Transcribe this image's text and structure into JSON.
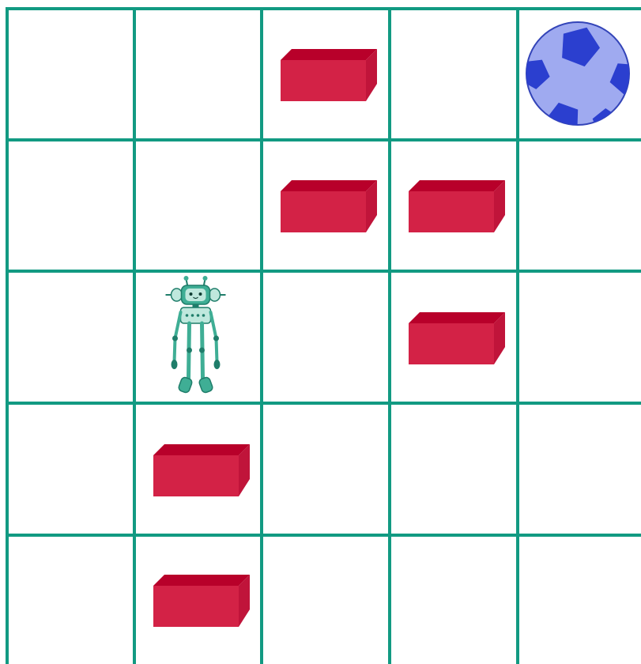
{
  "grid": {
    "rows": 5,
    "cols": 5,
    "line_color": "#129a82",
    "background": "#ffffff"
  },
  "robot": {
    "row": 2,
    "col": 1,
    "icon": "robot-icon",
    "color": "#3fae95"
  },
  "ball": {
    "row": 0,
    "col": 4,
    "icon": "soccer-ball-icon",
    "color": "#9faaf0",
    "patch_color": "#2b3fcf"
  },
  "blocks": {
    "icon": "brick-icon",
    "front_color": "#d32246",
    "top_color": "#b8002a",
    "side_color": "#c0143a",
    "cells": [
      {
        "row": 0,
        "col": 2
      },
      {
        "row": 1,
        "col": 2
      },
      {
        "row": 1,
        "col": 3
      },
      {
        "row": 2,
        "col": 3
      },
      {
        "row": 3,
        "col": 1
      },
      {
        "row": 4,
        "col": 1
      }
    ]
  }
}
